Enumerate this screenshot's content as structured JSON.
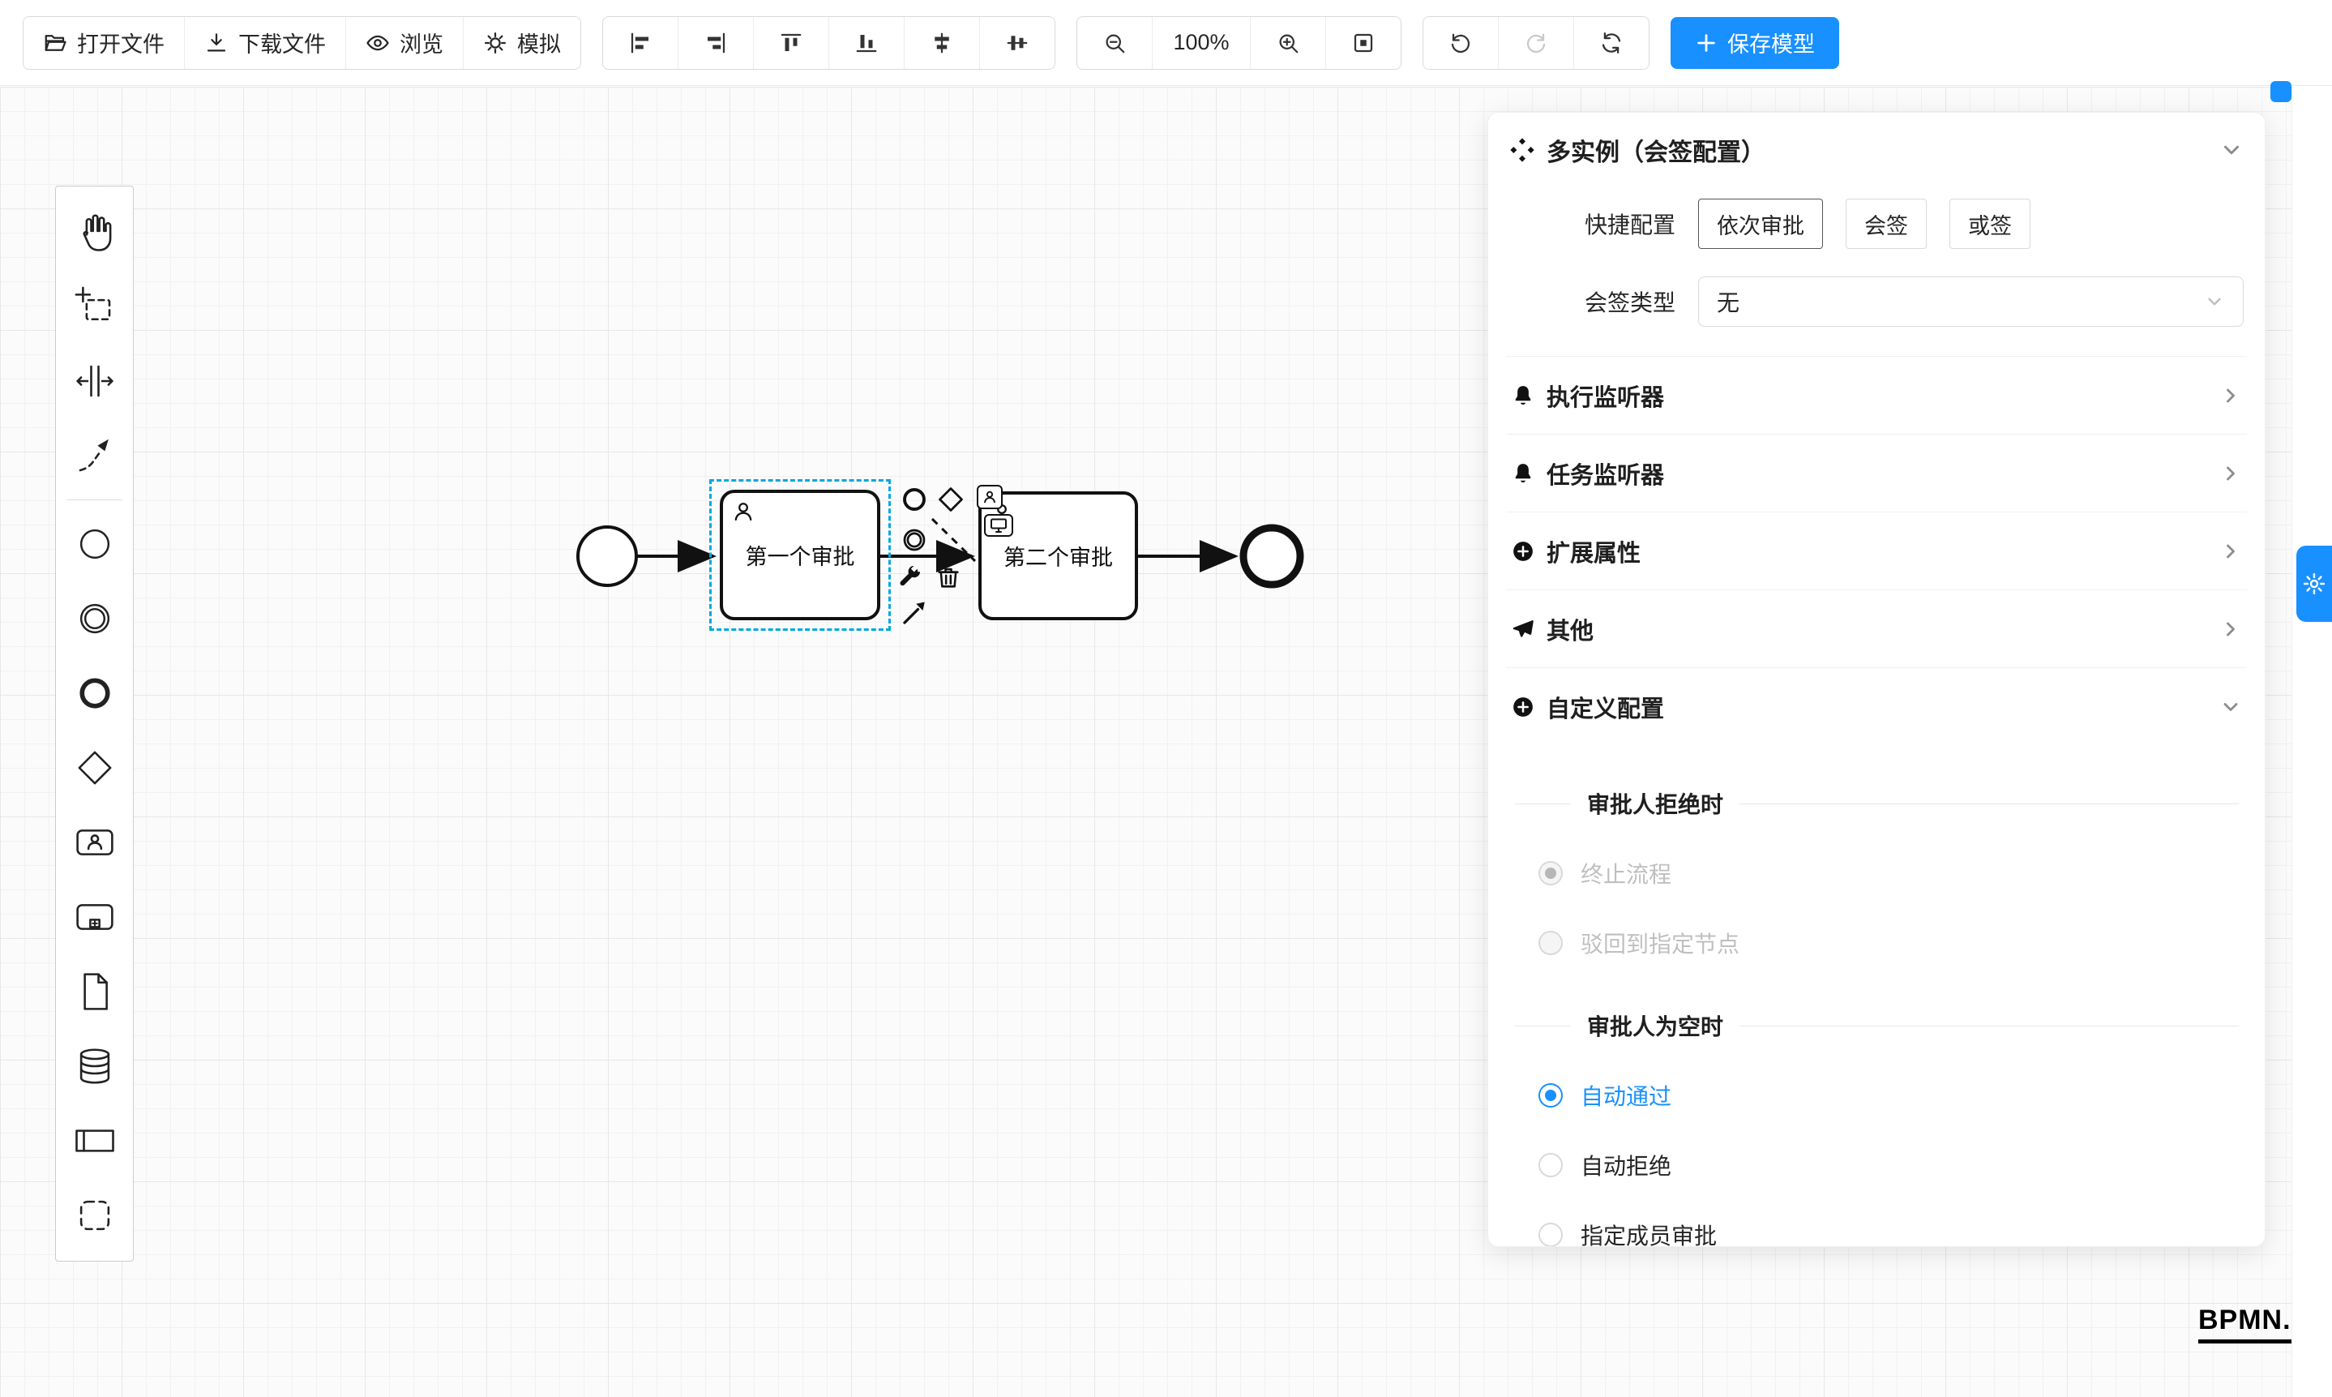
{
  "toolbar": {
    "file_buttons": [
      "打开文件",
      "下载文件",
      "浏览",
      "模拟"
    ],
    "zoom_level": "100%",
    "save_button": "保存模型"
  },
  "palette": {
    "tools": [
      "hand",
      "lasso",
      "space",
      "global-connect"
    ],
    "elements": [
      "start-event",
      "intermediate-event",
      "end-event",
      "gateway",
      "user-task",
      "sub-process",
      "document",
      "data-store",
      "participant",
      "group"
    ]
  },
  "canvas": {
    "tasks": [
      "第一个审批",
      "第二个审批"
    ],
    "watermark": "BPMN.iO"
  },
  "panel": {
    "title": "多实例（会签配置）",
    "quick_config_label": "快捷配置",
    "quick_options": [
      "依次审批",
      "会签",
      "或签"
    ],
    "type_label": "会签类型",
    "type_value": "无",
    "sections": [
      "执行监听器",
      "任务监听器",
      "扩展属性",
      "其他",
      "自定义配置"
    ],
    "reject_section": {
      "header": "审批人拒绝时",
      "options": [
        {
          "label": "终止流程",
          "checked": true,
          "disabled": true
        },
        {
          "label": "驳回到指定节点",
          "checked": false,
          "disabled": true
        }
      ]
    },
    "empty_section": {
      "header": "审批人为空时",
      "options": [
        {
          "label": "自动通过",
          "checked": true,
          "disabled": false
        },
        {
          "label": "自动拒绝",
          "checked": false,
          "disabled": false
        },
        {
          "label": "指定成员审批",
          "checked": false,
          "disabled": false
        }
      ]
    }
  },
  "colors": {
    "accent": "#1890ff",
    "selection": "#00a8e0",
    "stroke": "#111111"
  }
}
